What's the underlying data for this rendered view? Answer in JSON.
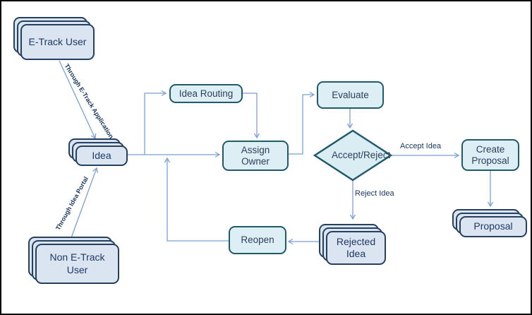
{
  "diagram": {
    "title": "Idea workflow diagram",
    "nodes": {
      "etrack_user": {
        "label": "E-Track User",
        "type": "stacked"
      },
      "non_etrack_user": {
        "label": "Non E-Track User",
        "type": "stacked"
      },
      "idea": {
        "label": "Idea",
        "type": "stacked"
      },
      "idea_routing": {
        "label": "Idea Routing",
        "type": "process"
      },
      "assign_owner": {
        "label": "Assign Owner",
        "type": "process"
      },
      "evaluate": {
        "label": "Evaluate",
        "type": "process"
      },
      "accept_reject": {
        "label": "Accept/Reject",
        "type": "decision"
      },
      "create_proposal": {
        "label": "Create Proposal",
        "type": "process"
      },
      "proposal": {
        "label": "Proposal",
        "type": "stacked"
      },
      "rejected_idea": {
        "label": "Rejected Idea",
        "type": "stacked"
      },
      "reopen": {
        "label": "Reopen",
        "type": "process"
      }
    },
    "edge_labels": {
      "through_etrack": "Through E-Track Application",
      "through_portal": "Through Idea Portal",
      "accept": "Accept Idea",
      "reject": "Reject Idea"
    },
    "colors": {
      "connector": "#7BA0D4",
      "process_border": "#1f5b6b",
      "process_fill": "#ddeef4",
      "decision_fill": "#d9edf3",
      "stack_border": "#26405f",
      "stack_fill": "#dbe5f1",
      "label_text": "#17375e",
      "frame": "#020202"
    }
  }
}
